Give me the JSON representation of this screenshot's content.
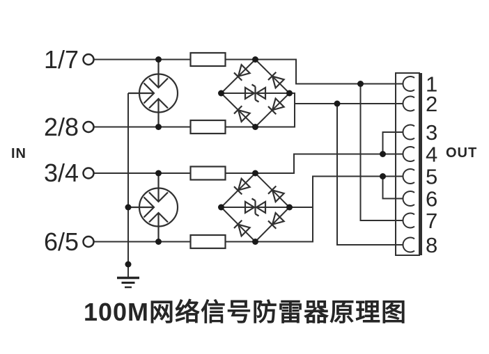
{
  "diagram": {
    "title": "100M网络信号防雷器原理图",
    "in_label": "IN",
    "out_label": "OUT",
    "inputs": [
      {
        "label": "1/7"
      },
      {
        "label": "2/8"
      },
      {
        "label": "3/4"
      },
      {
        "label": "6/5"
      }
    ],
    "output_pins": [
      "1",
      "2",
      "3",
      "4",
      "5",
      "6",
      "7",
      "8"
    ],
    "components": {
      "gdt": "three-electrode-gas-discharge-tube",
      "resistor": "series-resistor",
      "bridge": "diode-bridge-with-center-tvs",
      "ground": "earth-ground",
      "connector": "8-pin-output-connector"
    },
    "colors": {
      "line": "#303030",
      "dot": "#1a1a1a",
      "background": "#ffffff",
      "text": "#262626"
    }
  }
}
